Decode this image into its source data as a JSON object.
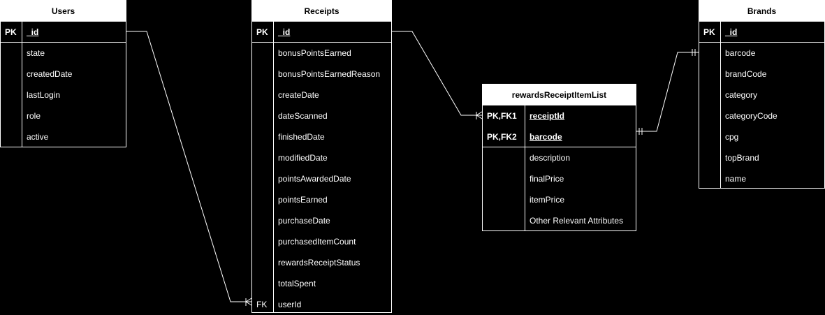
{
  "entities": {
    "users": {
      "title": "Users",
      "key": {
        "kind": "PK",
        "name": "_id"
      },
      "attributes": [
        "state",
        "createdDate",
        "lastLogin",
        "role",
        "active"
      ]
    },
    "receipts": {
      "title": "Receipts",
      "key": {
        "kind": "PK",
        "name": "_id"
      },
      "attributes": [
        "bonusPointsEarned",
        "bonusPointsEarnedReason",
        "createDate",
        "dateScanned",
        "finishedDate",
        "modifiedDate",
        "pointsAwardedDate",
        "pointsEarned",
        "purchaseDate",
        "purchasedItemCount",
        "rewardsReceiptStatus",
        "totalSpent",
        "userId"
      ],
      "fk_label": "FK"
    },
    "rewards": {
      "title": "rewardsReceiptItemList",
      "keys": [
        {
          "kind": "PK,FK1",
          "name": "receiptId"
        },
        {
          "kind": "PK,FK2",
          "name": "barcode"
        }
      ],
      "attributes": [
        "description",
        "finalPrice",
        "itemPrice",
        "Other Relevant Attributes"
      ]
    },
    "brands": {
      "title": "Brands",
      "key": {
        "kind": "PK",
        "name": "_id"
      },
      "attributes": [
        "barcode",
        "brandCode",
        "category",
        "categoryCode",
        "cpg",
        "topBrand",
        "name"
      ]
    }
  },
  "colors": {
    "background": "#000000",
    "line": "#ffffff",
    "header_bg": "#ffffff",
    "header_text": "#000000"
  }
}
